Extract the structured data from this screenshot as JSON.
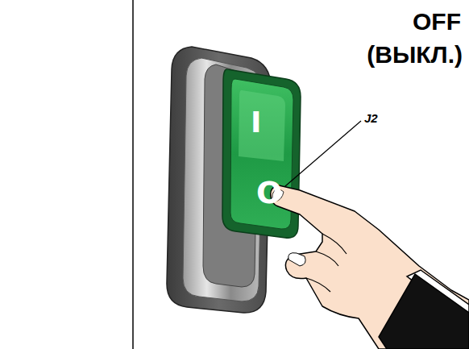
{
  "diagram": {
    "labels": [
      "OFF",
      "(ВЫКЛ.)",
      "J2",
      "I",
      "O"
    ]
  }
}
